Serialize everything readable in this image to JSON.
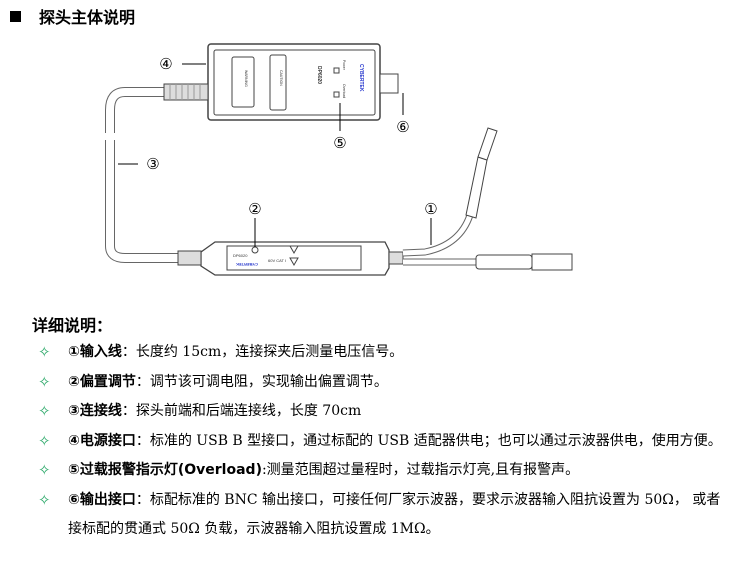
{
  "title": {
    "bullet": "■",
    "text": "探头主体说明"
  },
  "diagram": {
    "callouts": [
      "①",
      "②",
      "③",
      "④",
      "⑤",
      "⑥"
    ],
    "device_labels": {
      "brand": "CYBERTEK",
      "model": "DP6020",
      "led_power": "Power",
      "led_overload": "Overload",
      "caution": "CAUTION",
      "warning": "WARNING",
      "inline_model": "DP6020",
      "inline_cat": "60V CAT I"
    }
  },
  "details": {
    "heading": "详细说明：",
    "items": [
      {
        "icon": "✧",
        "label": "①输入线",
        "text": "：长度约 15cm，连接探夹后测量电压信号。"
      },
      {
        "icon": "✧",
        "label": "②偏置调节",
        "text": "：调节该可调电阻，实现输出偏置调节。"
      },
      {
        "icon": "✧",
        "label": "③连接线",
        "text": "：探头前端和后端连接线，长度 70cm"
      },
      {
        "icon": "✧",
        "label": "④电源接口",
        "text": "：标准的 USB B 型接口，通过标配的 USB 适配器供电；也可以通过示波器供电，使用方便。"
      },
      {
        "icon": "✧",
        "label": "⑤过载报警指示灯(Overload)",
        "text": ":测量范围超过量程时，过载指示灯亮,且有报警声。"
      },
      {
        "icon": "✧",
        "label": "⑥输出接口",
        "text": "：标配标准的 BNC 输出接口，可接任何厂家示波器，要求示波器输入阻抗设置为 50Ω，  或者接标配的贯通式 50Ω 负载，示波器输入阻抗设置成 1MΩ。"
      }
    ]
  }
}
